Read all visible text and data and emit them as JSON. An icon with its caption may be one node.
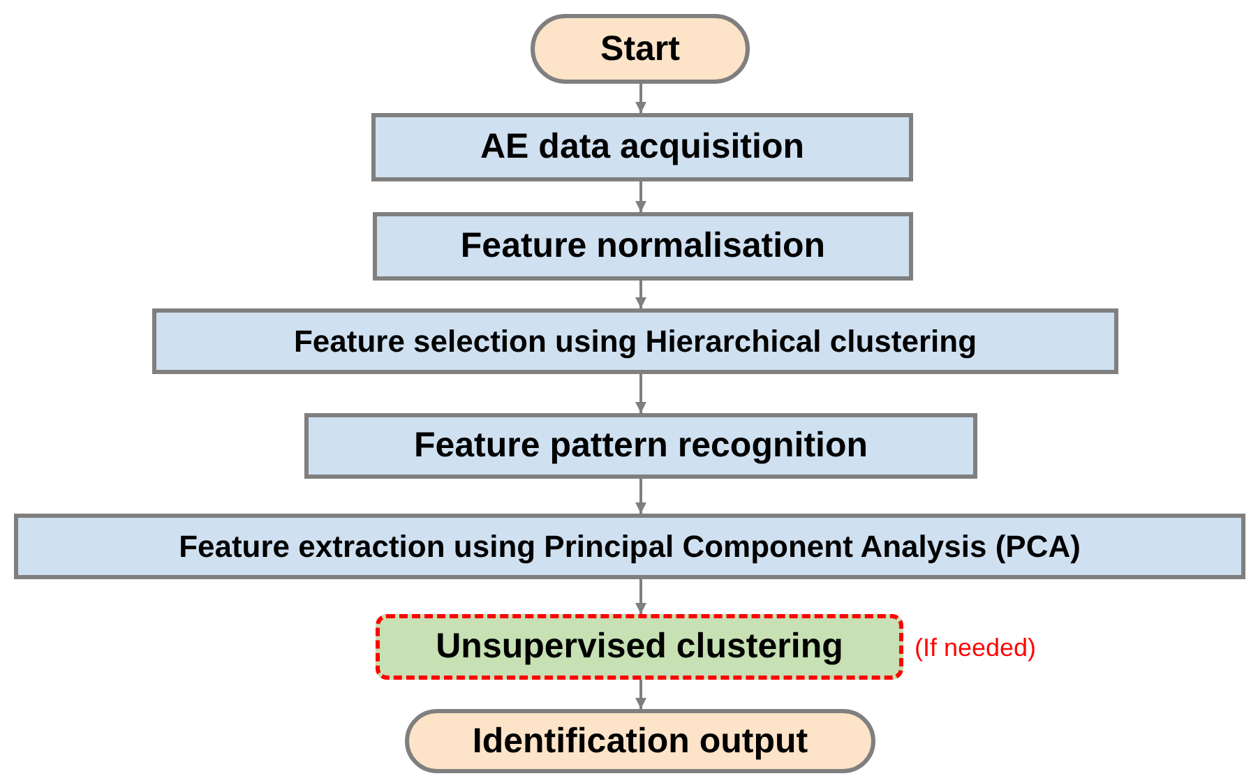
{
  "diagram": {
    "nodes": [
      {
        "text": [
          "Start"
        ]
      },
      {
        "text": [
          "AE data acquisition"
        ]
      },
      {
        "text": [
          "Feature normalisation"
        ]
      },
      {
        "text": [
          "Feature selection using Hierarchical clustering"
        ]
      },
      {
        "text": [
          "Feature pattern recognition"
        ]
      },
      {
        "text": [
          "Feature extraction using Principal Component Analysis (PCA)"
        ]
      },
      {
        "text": [
          "Unsupervised clustering"
        ],
        "beside": [
          "(If needed)"
        ]
      },
      {
        "text": [
          "Identification output"
        ]
      }
    ],
    "edges": [
      {
        "from": 0,
        "to": 1,
        "arrow": "to"
      },
      {
        "from": 1,
        "to": 2,
        "arrow": "to"
      },
      {
        "from": 2,
        "to": 3,
        "arrow": "to"
      },
      {
        "from": 3,
        "to": 4,
        "arrow": "to"
      },
      {
        "from": 4,
        "to": 5,
        "arrow": "to"
      },
      {
        "from": 5,
        "to": 6,
        "arrow": "to"
      },
      {
        "from": 6,
        "to": 7,
        "arrow": "to"
      }
    ]
  }
}
